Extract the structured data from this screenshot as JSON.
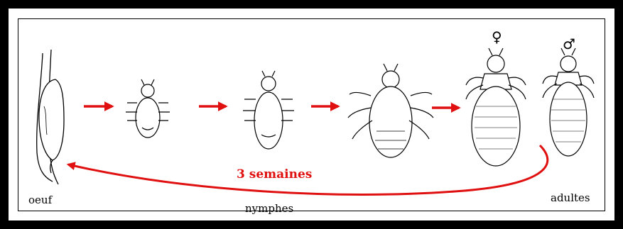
{
  "diagram": {
    "labels": {
      "egg": "oeuf",
      "nymphs": "nymphes",
      "adults": "adultes",
      "duration": "3 semaines"
    },
    "symbols": {
      "female": "♀",
      "male": "♂"
    },
    "stages": [
      "egg",
      "nymph-1",
      "nymph-2",
      "nymph-3",
      "adult-female",
      "adult-male"
    ],
    "colors": {
      "arrow": "#e01010",
      "frame": "#000000",
      "background": "#ffffff"
    }
  }
}
